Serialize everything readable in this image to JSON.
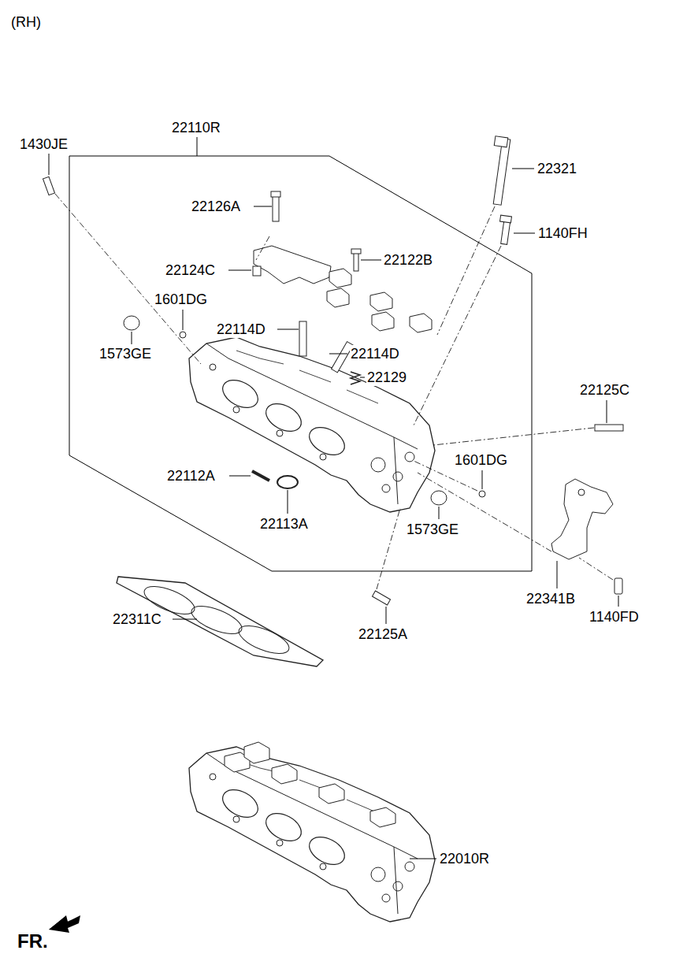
{
  "diagram": {
    "labels": [
      "(RH)",
      "22110R",
      "1430JE",
      "22321",
      "22126A",
      "1140FH",
      "22124C",
      "22122B",
      "1601DG",
      "22114D",
      "1573GE",
      "22114D",
      "22129",
      "22125C",
      "1601DG",
      "22112A",
      "22113A",
      "1573GE",
      "22341B",
      "1140FD",
      "22311C",
      "22125A",
      "22010R",
      "FR."
    ]
  }
}
